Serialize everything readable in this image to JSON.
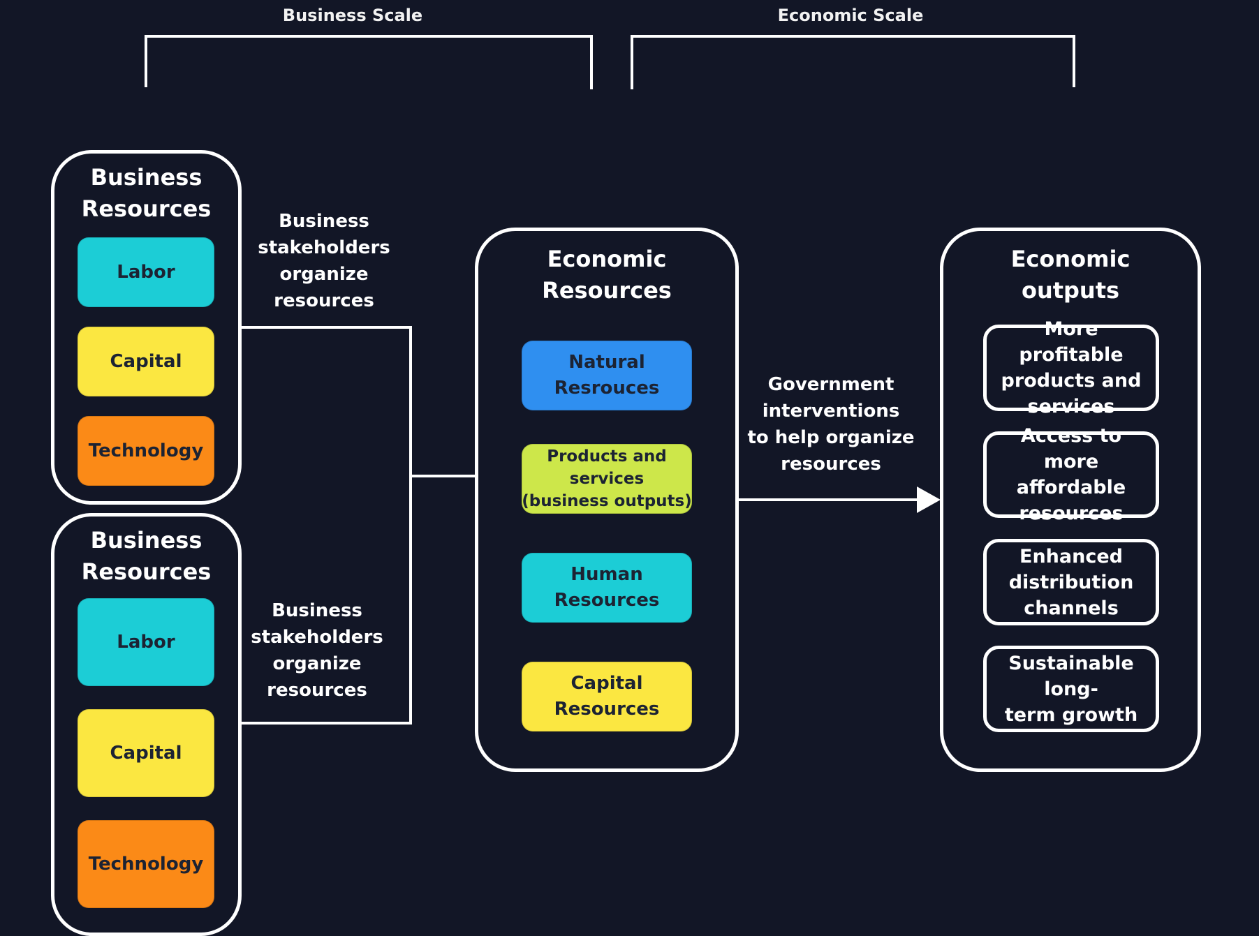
{
  "scales": {
    "business": "Business Scale",
    "economic": "Economic Scale"
  },
  "business_panel_top": {
    "title": "Business\nResources",
    "items": [
      "Labor",
      "Capital",
      "Technology"
    ]
  },
  "business_panel_bottom": {
    "title": "Business\nResources",
    "items": [
      "Labor",
      "Capital",
      "Technology"
    ]
  },
  "notes": {
    "top": "Business\nstakeholders\norganize\nresources",
    "bottom": "Business\nstakeholders\norganize\nresources",
    "government": "Government\ninterventions\nto help organize\nresources"
  },
  "economic_resources": {
    "title": "Economic\nResources",
    "items": [
      "Natural\nResrouces",
      "Products and\nservices\n(business outputs)",
      "Human\nResources",
      "Capital\nResources"
    ]
  },
  "economic_outputs": {
    "title": "Economic\noutputs",
    "items": [
      "More profitable\nproducts and\nservices",
      "Access to more\naffordable\nresources",
      "Enhanced\ndistribution\nchannels",
      "Sustainable long-\nterm growth"
    ]
  },
  "colors": {
    "background": "#121626",
    "labor": "#1ccdd6",
    "capital": "#fbe741",
    "technology": "#fb8a17",
    "natural": "#2f8ff0",
    "products": "#cde74a",
    "human": "#1ccdd6",
    "capital_resources": "#fbe741"
  }
}
